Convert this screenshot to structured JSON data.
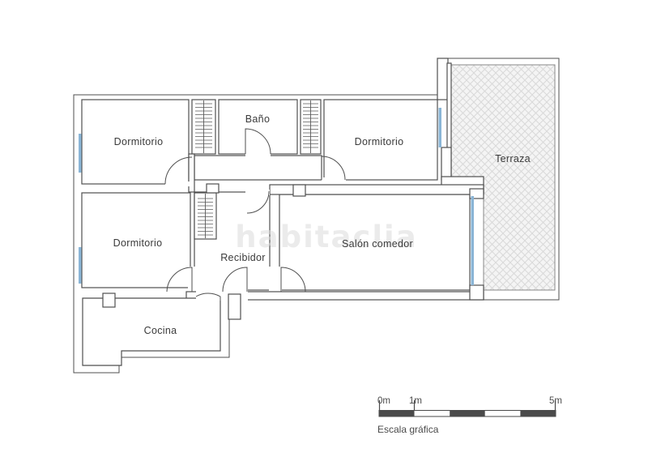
{
  "watermark": "habitaclia",
  "rooms": {
    "dormitorio_top_left": {
      "label": "Dormitorio"
    },
    "bano": {
      "label": "Baño"
    },
    "dormitorio_top_right": {
      "label": "Dormitorio"
    },
    "terraza": {
      "label": "Terraza"
    },
    "dormitorio_left": {
      "label": "Dormitorio"
    },
    "recibidor": {
      "label": "Recibidor"
    },
    "salon": {
      "label": "Salón comedor"
    },
    "cocina": {
      "label": "Cocina"
    }
  },
  "scale_bar": {
    "tick_labels": [
      "0m",
      "1m",
      "5m"
    ],
    "caption": "Escala gráfica",
    "total_meters": 5,
    "segments": 5,
    "segment_pattern": [
      "dark",
      "light",
      "dark",
      "light",
      "dark"
    ]
  },
  "symbols": {
    "window": "window-glazing-line",
    "door": "door-swing-arc",
    "closet": "wardrobe-rail-ticks",
    "terrace_floor": "diagonal-crosshatch"
  },
  "colors": {
    "wall": "#4f4f4f",
    "window": "#8ab5d6",
    "hatch_line": "#d9d9d9",
    "hatch_bg": "#f4f4f4",
    "hatch_border": "#8a8a8a",
    "label_text": "#3a3a3a",
    "scale_dark": "#4a4a4a",
    "watermark": "#dcdcdc",
    "background": "#ffffff"
  }
}
